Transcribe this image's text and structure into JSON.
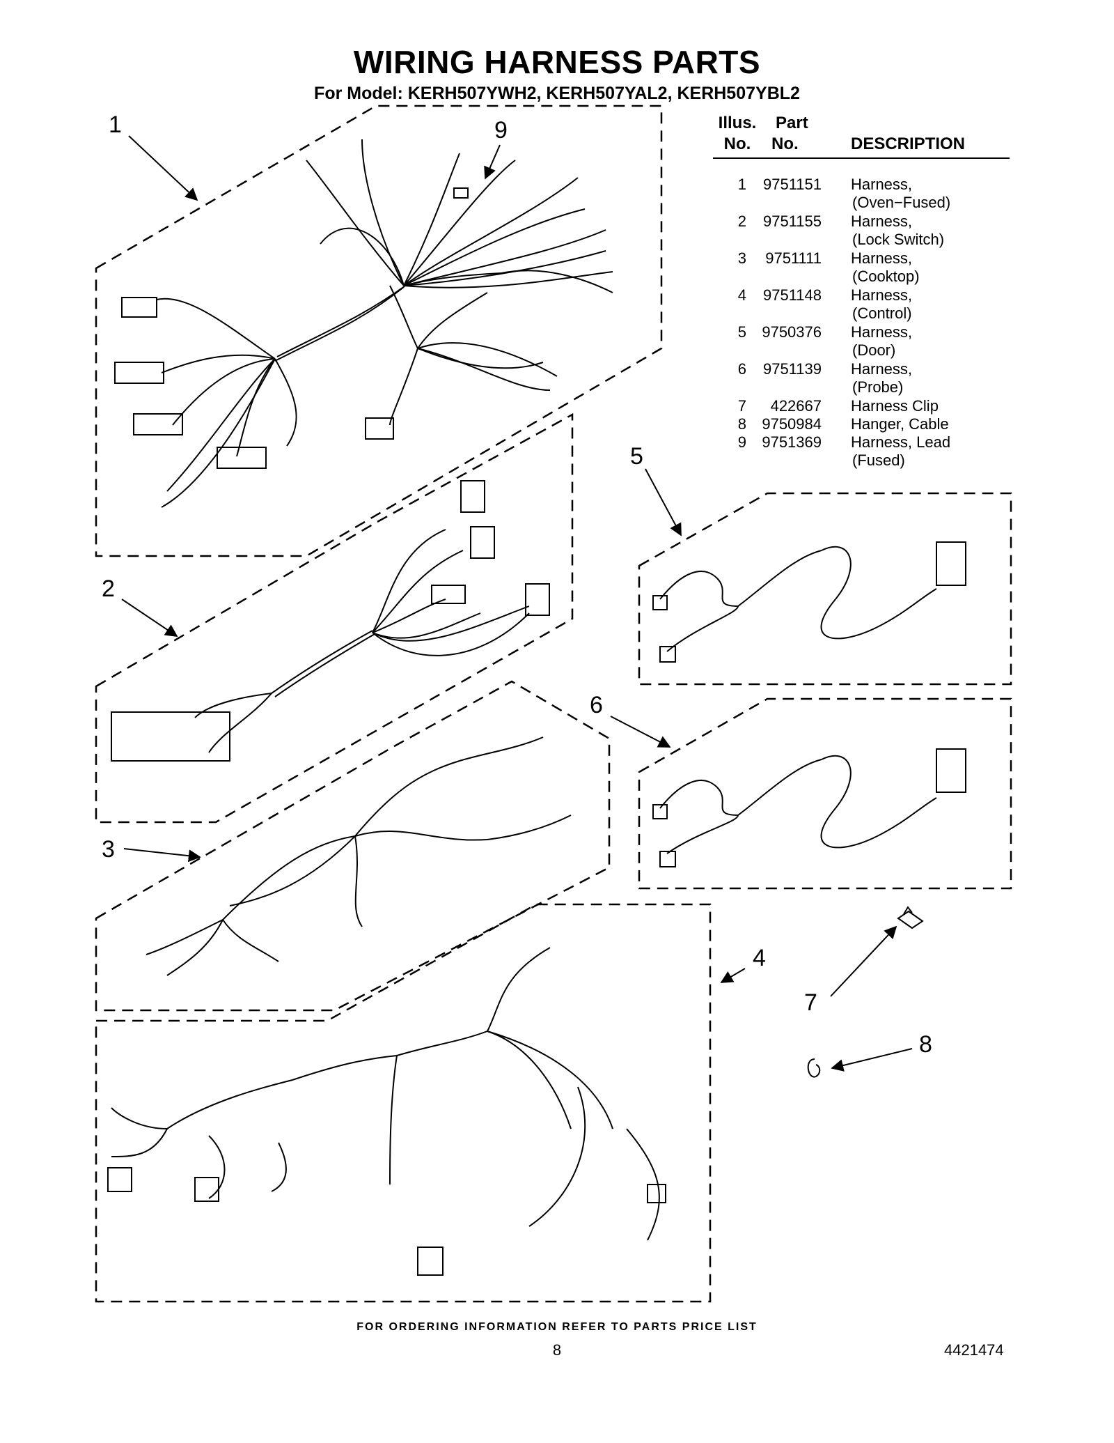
{
  "header": {
    "title": "WIRING HARNESS PARTS",
    "subtitle": "For Model: KERH507YWH2, KERH507YAL2, KERH507YBL2"
  },
  "table": {
    "col_illus": [
      "Illus.",
      "No."
    ],
    "col_part": [
      "Part",
      "No."
    ],
    "col_desc": "DESCRIPTION",
    "rows": [
      {
        "illus": "1",
        "part": "9751151",
        "desc": [
          "Harness,",
          "(Oven−Fused)"
        ]
      },
      {
        "illus": "2",
        "part": "9751155",
        "desc": [
          "Harness,",
          "(Lock Switch)"
        ]
      },
      {
        "illus": "3",
        "part": "9751111",
        "desc": [
          "Harness,",
          "(Cooktop)"
        ]
      },
      {
        "illus": "4",
        "part": "9751148",
        "desc": [
          "Harness,",
          "(Control)"
        ]
      },
      {
        "illus": "5",
        "part": "9750376",
        "desc": [
          "Harness,",
          "(Door)"
        ]
      },
      {
        "illus": "6",
        "part": "9751139",
        "desc": [
          "Harness,",
          "(Probe)"
        ]
      },
      {
        "illus": "7",
        "part": "422667",
        "desc": [
          "Harness Clip"
        ]
      },
      {
        "illus": "8",
        "part": "9750984",
        "desc": [
          "Hanger, Cable"
        ]
      },
      {
        "illus": "9",
        "part": "9751369",
        "desc": [
          "Harness, Lead",
          "(Fused)"
        ]
      }
    ]
  },
  "callouts": {
    "c1": "1",
    "c2": "2",
    "c3": "3",
    "c4": "4",
    "c5": "5",
    "c6": "6",
    "c7": "7",
    "c8": "8",
    "c9": "9"
  },
  "footer": {
    "note": "FOR ORDERING INFORMATION REFER TO PARTS PRICE LIST",
    "page": "8",
    "doc_number": "4421474"
  }
}
